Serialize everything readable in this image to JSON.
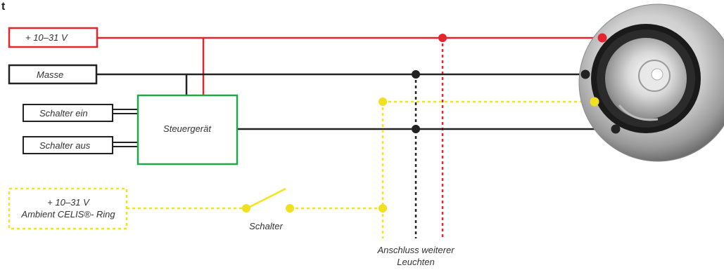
{
  "corner_text": "t",
  "labels": {
    "power": "+ 10–31 V",
    "ground": "Masse",
    "switch_on": "Schalter ein",
    "switch_off": "Schalter aus",
    "controller": "Steuergerät",
    "ambient_line1": "+ 10–31 V",
    "ambient_line2": "Ambient CELIS®- Ring",
    "switch": "Schalter",
    "more_lights_line1": "Anschluss weiterer",
    "more_lights_line2": "Leuchten"
  },
  "colors": {
    "power": "#e3262e",
    "ground": "#222222",
    "controller_border": "#1fa84a",
    "ambient": "#f2e41b",
    "node_yellow": "#f0e020"
  },
  "icons": [
    "recessed-light-icon"
  ]
}
